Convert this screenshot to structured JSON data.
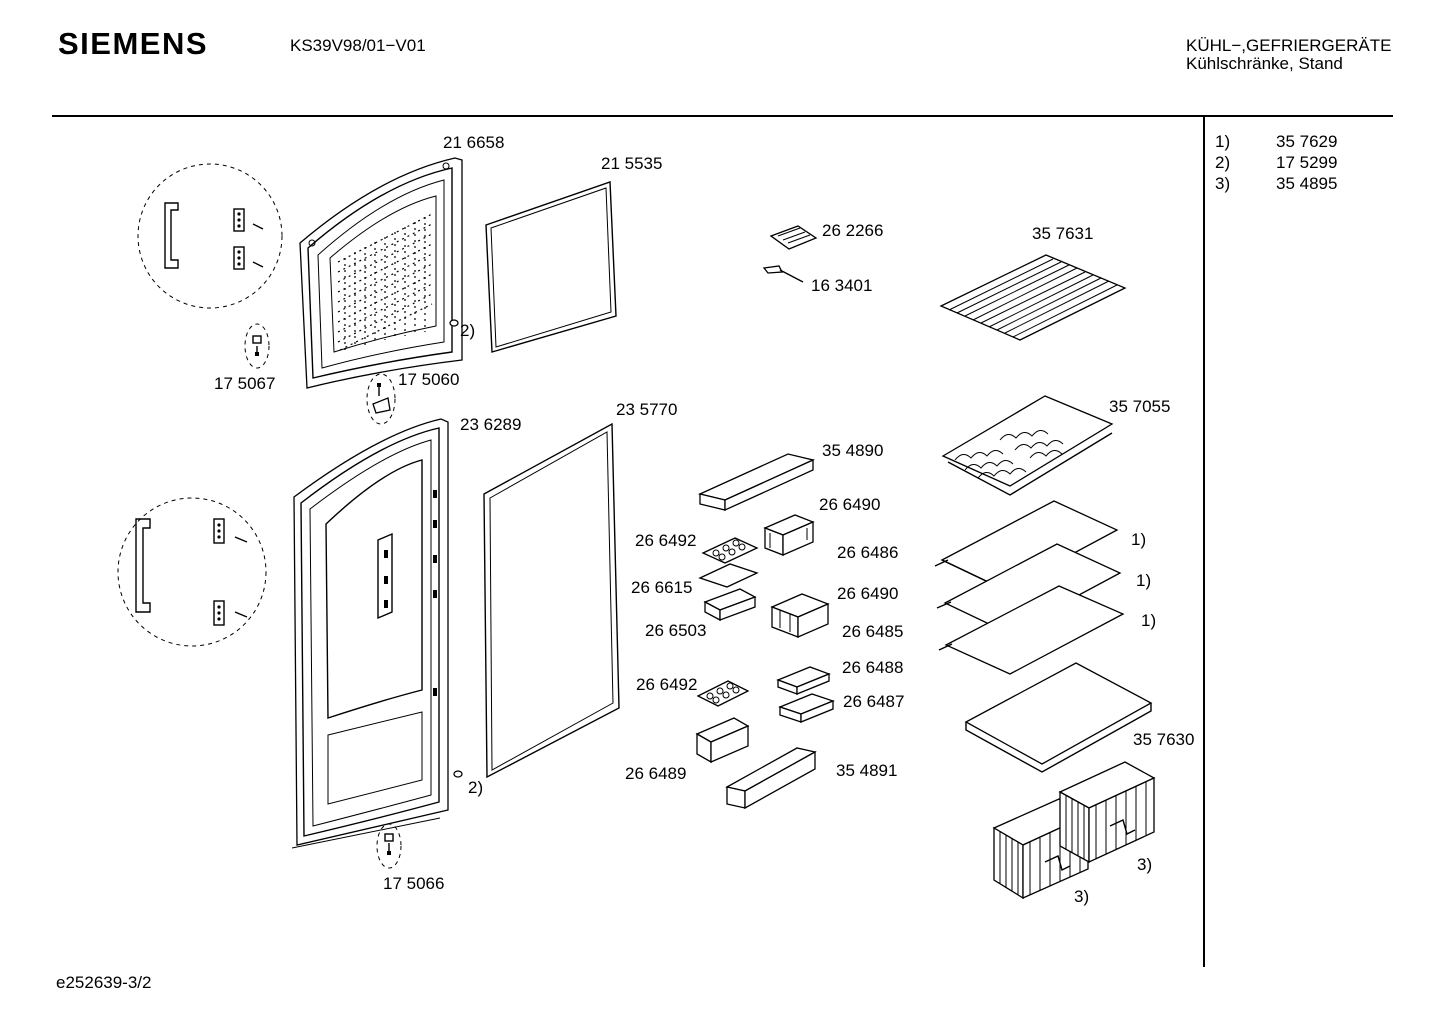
{
  "header": {
    "brand": "SIEMENS",
    "model": "KS39V98/01−V01",
    "category_line1": "KÜHL−,GEFRIERGERÄTE",
    "category_line2": "Kühlschränke, Stand"
  },
  "legend": [
    {
      "key": "1)",
      "value": "35 7629"
    },
    {
      "key": "2)",
      "value": "17 5299"
    },
    {
      "key": "3)",
      "value": "35 4895"
    }
  ],
  "part_labels": {
    "p216658": "21 6658",
    "p215535": "21 5535",
    "p262266": "26 2266",
    "p163401": "16 3401",
    "p357631": "35 7631",
    "p175067": "17 5067",
    "p175060": "17 5060",
    "p236289": "23 6289",
    "p235770": "23 5770",
    "p354890": "35 4890",
    "p357055": "35 7055",
    "p266490a": "26 6490",
    "p266492a": "26 6492",
    "p266486": "26 6486",
    "p266615": "26 6615",
    "p266490b": "26 6490",
    "p266503": "26 6503",
    "p266485": "26 6485",
    "p266488": "26 6488",
    "p266492b": "26 6492",
    "p266487": "26 6487",
    "p266489": "26 6489",
    "p354891": "35 4891",
    "p357630": "35 7630",
    "p175066": "17 5066",
    "ref2a": "2)",
    "ref2b": "2)",
    "ref1a": "1)",
    "ref1b": "1)",
    "ref1c": "1)",
    "ref3a": "3)",
    "ref3b": "3)"
  },
  "footer": "e252639-3/2"
}
